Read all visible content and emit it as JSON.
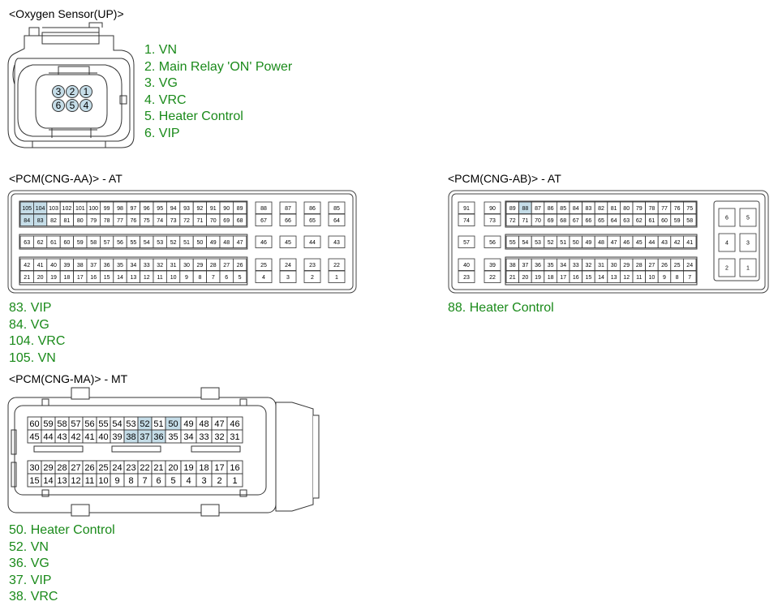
{
  "sections": {
    "oxygen": {
      "title": "<Oxygen Sensor(UP)>",
      "pins_top": [
        "3",
        "2",
        "1"
      ],
      "pins_bottom": [
        "6",
        "5",
        "4"
      ],
      "legend": [
        "1. VN",
        "2. Main Relay 'ON' Power",
        "3. VG",
        "4. VRC",
        "5. Heater Control",
        "6. VIP"
      ]
    },
    "aa": {
      "title": "<PCM(CNG-AA)> - AT",
      "highlighted": [
        "105",
        "104",
        "84",
        "83"
      ],
      "row1": [
        "105",
        "104",
        "103",
        "102",
        "101",
        "100",
        "99",
        "98",
        "97",
        "96",
        "95",
        "94",
        "93",
        "92",
        "91",
        "90",
        "89"
      ],
      "row2": [
        "84",
        "83",
        "82",
        "81",
        "80",
        "79",
        "78",
        "77",
        "76",
        "75",
        "74",
        "73",
        "72",
        "71",
        "70",
        "69",
        "68"
      ],
      "row3": [
        "63",
        "62",
        "61",
        "60",
        "59",
        "58",
        "57",
        "56",
        "55",
        "54",
        "53",
        "52",
        "51",
        "50",
        "49",
        "48",
        "47"
      ],
      "row4": [
        "42",
        "41",
        "40",
        "39",
        "38",
        "37",
        "36",
        "35",
        "34",
        "33",
        "32",
        "31",
        "30",
        "29",
        "28",
        "27",
        "26"
      ],
      "row5": [
        "21",
        "20",
        "19",
        "18",
        "17",
        "16",
        "15",
        "14",
        "13",
        "12",
        "11",
        "10",
        "9",
        "8",
        "7",
        "6",
        "5"
      ],
      "side1": [
        "88",
        "87",
        "86",
        "85"
      ],
      "side2": [
        "67",
        "66",
        "65",
        "64"
      ],
      "side3": [
        "46",
        "45",
        "44",
        "43"
      ],
      "side4": [
        "25",
        "24",
        "23",
        "22"
      ],
      "side5": [
        "4",
        "3",
        "2",
        "1"
      ],
      "legend": [
        "83. VIP",
        "84. VG",
        "104. VRC",
        "105. VN"
      ]
    },
    "ab": {
      "title": "<PCM(CNG-AB)> - AT",
      "highlighted": [
        "88"
      ],
      "left1": [
        "91",
        "90"
      ],
      "left2": [
        "74",
        "73"
      ],
      "left3": [
        "57",
        "56"
      ],
      "left4": [
        "40",
        "39"
      ],
      "left5": [
        "23",
        "22"
      ],
      "row1": [
        "89",
        "88",
        "87",
        "86",
        "85",
        "84",
        "83",
        "82",
        "81",
        "80",
        "79",
        "78",
        "77",
        "76",
        "75"
      ],
      "row2": [
        "72",
        "71",
        "70",
        "69",
        "68",
        "67",
        "66",
        "65",
        "64",
        "63",
        "62",
        "61",
        "60",
        "59",
        "58"
      ],
      "row3": [
        "55",
        "54",
        "53",
        "52",
        "51",
        "50",
        "49",
        "48",
        "47",
        "46",
        "45",
        "44",
        "43",
        "42",
        "41"
      ],
      "row4": [
        "38",
        "37",
        "36",
        "35",
        "34",
        "33",
        "32",
        "31",
        "30",
        "29",
        "28",
        "27",
        "26",
        "25",
        "24"
      ],
      "row5": [
        "21",
        "20",
        "19",
        "18",
        "17",
        "16",
        "15",
        "14",
        "13",
        "12",
        "11",
        "10",
        "9",
        "8",
        "7"
      ],
      "right1": [
        "6",
        "5"
      ],
      "right2": [
        "4",
        "3"
      ],
      "right3": [
        "2",
        "1"
      ],
      "legend": [
        "88. Heater Control"
      ]
    },
    "ma": {
      "title": "<PCM(CNG-MA)> - MT",
      "highlighted": [
        "52",
        "50",
        "38",
        "37",
        "36"
      ],
      "row1": [
        "60",
        "59",
        "58",
        "57",
        "56",
        "55",
        "54",
        "53",
        "52",
        "51",
        "50",
        "49",
        "48",
        "47",
        "46"
      ],
      "row2": [
        "45",
        "44",
        "43",
        "42",
        "41",
        "40",
        "39",
        "38",
        "37",
        "36",
        "35",
        "34",
        "33",
        "32",
        "31"
      ],
      "row3": [
        "30",
        "29",
        "28",
        "27",
        "26",
        "25",
        "24",
        "23",
        "22",
        "21",
        "20",
        "19",
        "18",
        "17",
        "16"
      ],
      "row4": [
        "15",
        "14",
        "13",
        "12",
        "11",
        "10",
        "9",
        "8",
        "7",
        "6",
        "5",
        "4",
        "3",
        "2",
        "1"
      ],
      "legend": [
        "50. Heater Control",
        "52. VN",
        "36. VG",
        "37. VIP",
        "38. VRC"
      ]
    }
  },
  "colors": {
    "highlight": "#c5dde8",
    "legend": "#1a8a1a"
  }
}
